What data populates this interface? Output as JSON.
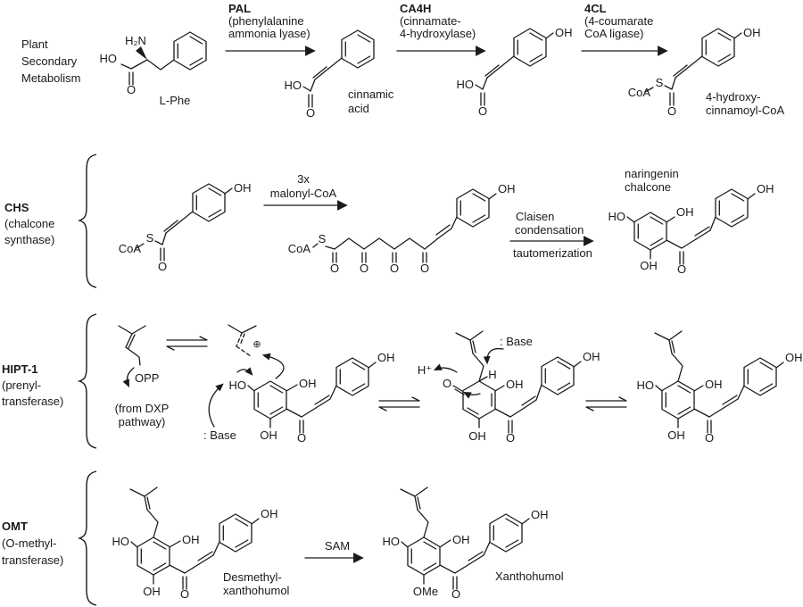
{
  "colors": {
    "ink": "#1a1a1a",
    "bg": "#ffffff"
  },
  "intro": {
    "line1": "Plant",
    "line2": "Secondary",
    "line3": "Metabolism"
  },
  "r1": {
    "lphe": {
      "h2n": "H₂N",
      "ho": "HO",
      "o": "O",
      "name": "L-Phe"
    },
    "pal": {
      "name": "PAL",
      "d1": "(phenylalanine",
      "d2": "ammonia lyase)"
    },
    "cinnamic": {
      "ho": "HO",
      "o": "O",
      "name1": "cinnamic",
      "name2": "acid"
    },
    "ca4h": {
      "name": "CA4H",
      "d1": "(cinnamate-",
      "d2": "4-hydroxylase)"
    },
    "coumaric": {
      "oh": "OH",
      "ho": "HO",
      "o": "O"
    },
    "fourcl": {
      "name": "4CL",
      "d1": "(4-coumarate",
      "d2": "CoA ligase)"
    },
    "coumaroyl": {
      "oh": "OH",
      "coa": "CoA",
      "s": "S",
      "o": "O",
      "name1": "4-hydroxy-",
      "name2": "cinnamoyl-CoA"
    }
  },
  "r2": {
    "chs": {
      "name": "CHS",
      "d1": "(chalcone",
      "d2": "synthase)"
    },
    "substrate": {
      "oh": "OH",
      "coa": "CoA",
      "s": "S",
      "o": "O"
    },
    "malonyl": {
      "l1": "3x",
      "l2": "malonyl-CoA"
    },
    "polyketide": {
      "coa": "CoA",
      "s": "S",
      "o1": "O",
      "o2": "O",
      "o3": "O",
      "o4": "O",
      "oh": "OH"
    },
    "claisen": {
      "l1": "Claisen",
      "l2": "condensation",
      "l3": "tautomerization"
    },
    "naringenin": {
      "name1": "naringenin",
      "name2": "chalcone",
      "ho": "HO",
      "oh_top": "OH",
      "oh_bottom": "OH",
      "o": "O",
      "oh_phenol": "OH"
    }
  },
  "r3": {
    "hipt": {
      "name": "HIPT-1",
      "d1": "(prenyl-",
      "d2": "transferase)"
    },
    "dmapp": {
      "opp": "OPP",
      "note1": "(from DXP",
      "note2": "pathway)"
    },
    "cation": {
      "charge": "⊕"
    },
    "s2": {
      "ho": "HO",
      "base": ": Base",
      "oh_top": "OH",
      "oh_bottom": "OH",
      "o": "O",
      "oh_phenol": "OH"
    },
    "hplus": "H⁺",
    "s3": {
      "base": ": Base",
      "o_left": "O",
      "h": "H",
      "oh_top": "OH",
      "oh_bottom": "OH",
      "o": "O",
      "oh_phenol": "OH"
    },
    "s4": {
      "ho": "HO",
      "oh_top": "OH",
      "oh_bottom": "OH",
      "o": "O",
      "oh_phenol": "OH"
    }
  },
  "r4": {
    "omt": {
      "name": "OMT",
      "d1": "(O-methyl-",
      "d2": "transferase)"
    },
    "desmethyl": {
      "ho": "HO",
      "oh_top": "OH",
      "oh_bottom": "OH",
      "o": "O",
      "oh_phenol": "OH",
      "name1": "Desmethyl-",
      "name2": "xanthohumol"
    },
    "sam": "SAM",
    "xanthohumol": {
      "ho": "HO",
      "oh_top": "OH",
      "ome": "OMe",
      "o": "O",
      "oh_phenol": "OH",
      "name": "Xanthohumol"
    }
  }
}
